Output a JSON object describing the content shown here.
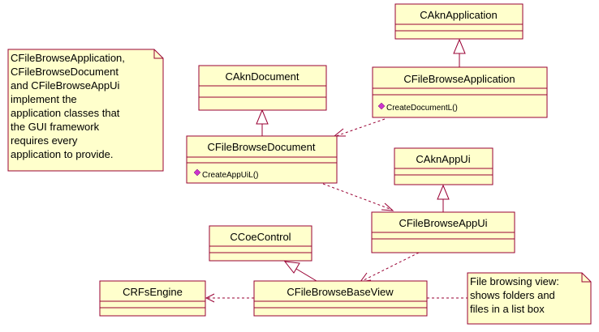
{
  "classes": {
    "akn_application": {
      "name": "CAknApplication"
    },
    "akn_document": {
      "name": "CAknDocument"
    },
    "file_browse_application": {
      "name": "CFileBrowseApplication",
      "operation": "CreateDocumentL()"
    },
    "file_browse_document": {
      "name": "CFileBrowseDocument",
      "operation": "CreateAppUiL()"
    },
    "akn_app_ui": {
      "name": "CAknAppUi"
    },
    "file_browse_app_ui": {
      "name": "CFileBrowseAppUi"
    },
    "coe_control": {
      "name": "CCoeControl"
    },
    "rfs_engine": {
      "name": "CRFsEngine"
    },
    "file_browse_base_view": {
      "name": "CFileBrowseBaseView"
    }
  },
  "notes": {
    "left_note": {
      "lines": [
        "CFileBrowseApplication,",
        "CFileBrowseDocument",
        "and CFileBrowseAppUi",
        "implement the",
        "application classes that",
        "the GUI framework",
        "requires every",
        "application to provide."
      ]
    },
    "right_note": {
      "lines": [
        "File browsing view:",
        "shows folders and",
        "files in a list box"
      ]
    }
  },
  "colors": {
    "class_fill": "#ffffcc",
    "border": "#990033",
    "operation_marker": "#cc33cc"
  }
}
